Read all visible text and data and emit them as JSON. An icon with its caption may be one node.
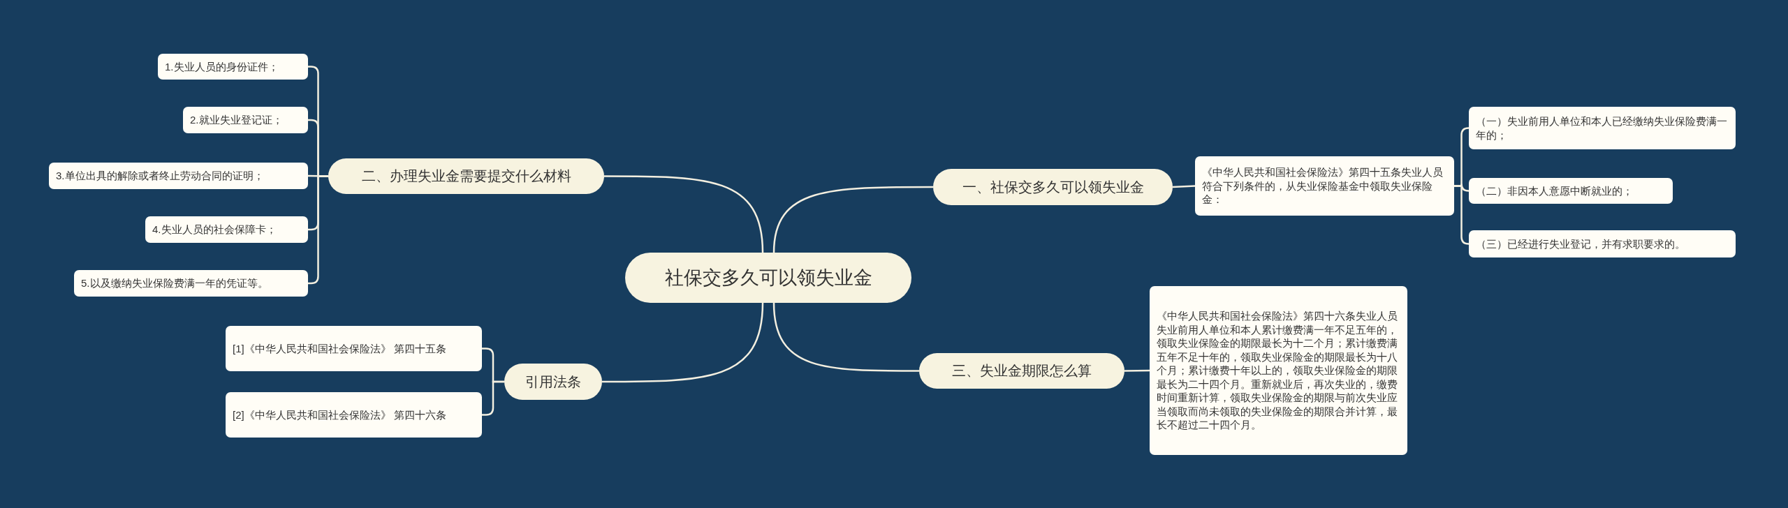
{
  "diagram": {
    "nodes": [
      {
        "text": [
          "社保交多久可以领失业金"
        ]
      },
      {
        "text": [
          "一、社保交多久可以领失业金"
        ]
      },
      {
        "text": [
          "《中华人民共和国社会保险法》第四十五条失业人员符合下列条件的，从失业保险基金中领取失业保险金："
        ]
      },
      {
        "text": [
          "（一）失业前用人单位和本人已经缴纳失业保险费满一年的；"
        ]
      },
      {
        "text": [
          "（二）非因本人意愿中断就业的；"
        ]
      },
      {
        "text": [
          "（三）已经进行失业登记，并有求职要求的。"
        ]
      },
      {
        "text": [
          "二、办理失业金需要提交什么材料"
        ]
      },
      {
        "text": [
          "1.失业人员的身份证件；"
        ]
      },
      {
        "text": [
          "2.就业失业登记证；"
        ]
      },
      {
        "text": [
          "3.单位出具的解除或者终止劳动合同的证明；"
        ]
      },
      {
        "text": [
          "4.失业人员的社会保障卡；"
        ]
      },
      {
        "text": [
          "5.以及缴纳失业保险费满一年的凭证等。"
        ]
      },
      {
        "text": [
          "三、失业金期限怎么算"
        ]
      },
      {
        "text": [
          "《中华人民共和国社会保险法》第四十六条失业人员失业前用人单位和本人累计缴费满一年不足五年的，领取失业保险金的期限最长为十二个月；累计缴费满五年不足十年的，领取失业保险金的期限最长为十八个月；累计缴费十年以上的，领取失业保险金的期限最长为二十四个月。重新就业后，再次失业的，缴费时间重新计算，领取失业保险金的期限与前次失业应当领取而尚未领取的失业保险金的期限合并计算，最长不超过二十四个月。"
        ]
      },
      {
        "text": [
          "引用法条"
        ]
      },
      {
        "text": [
          "[1]《中华人民共和国社会保险法》 第四十五条"
        ]
      },
      {
        "text": [
          "[2]《中华人民共和国社会保险法》 第四十六条"
        ]
      }
    ],
    "edges": [
      {
        "from": 0,
        "to": 1,
        "arrow": "none"
      },
      {
        "from": 1,
        "to": 2,
        "arrow": "none"
      },
      {
        "from": 2,
        "to": 3,
        "arrow": "none"
      },
      {
        "from": 2,
        "to": 4,
        "arrow": "none"
      },
      {
        "from": 2,
        "to": 5,
        "arrow": "none"
      },
      {
        "from": 0,
        "to": 6,
        "arrow": "none"
      },
      {
        "from": 6,
        "to": 7,
        "arrow": "none"
      },
      {
        "from": 6,
        "to": 8,
        "arrow": "none"
      },
      {
        "from": 6,
        "to": 9,
        "arrow": "none"
      },
      {
        "from": 6,
        "to": 10,
        "arrow": "none"
      },
      {
        "from": 6,
        "to": 11,
        "arrow": "none"
      },
      {
        "from": 0,
        "to": 12,
        "arrow": "none"
      },
      {
        "from": 12,
        "to": 13,
        "arrow": "none"
      },
      {
        "from": 0,
        "to": 14,
        "arrow": "none"
      },
      {
        "from": 14,
        "to": 15,
        "arrow": "none"
      },
      {
        "from": 14,
        "to": 16,
        "arrow": "none"
      }
    ]
  }
}
